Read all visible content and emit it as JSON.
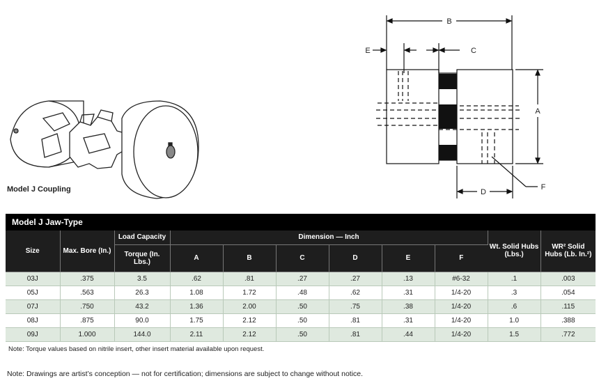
{
  "drawings": {
    "iso_caption": "Model J Coupling",
    "dimension_labels": [
      "B",
      "E",
      "C",
      "A",
      "D",
      "F"
    ]
  },
  "table": {
    "title": "Model J Jaw-Type",
    "headers": {
      "size": "Size",
      "max_bore": "Max. Bore (In.)",
      "load_capacity": "Load Capacity",
      "torque": "Torque (In. Lbs.)",
      "dimension": "Dimension — Inch",
      "dims": [
        "A",
        "B",
        "C",
        "D",
        "E",
        "F"
      ],
      "wt": "Wt. Solid Hubs (Lbs.)",
      "wr2": "WR² Solid Hubs (Lb. In.²)"
    },
    "rows": [
      [
        "03J",
        ".375",
        "3.5",
        ".62",
        ".81",
        ".27",
        ".27",
        ".13",
        "#6-32",
        ".1",
        ".003"
      ],
      [
        "05J",
        ".563",
        "26.3",
        "1.08",
        "1.72",
        ".48",
        ".62",
        ".31",
        "1/4-20",
        ".3",
        ".054"
      ],
      [
        "07J",
        ".750",
        "43.2",
        "1.36",
        "2.00",
        ".50",
        ".75",
        ".38",
        "1/4-20",
        ".6",
        ".115"
      ],
      [
        "08J",
        ".875",
        "90.0",
        "1.75",
        "2.12",
        ".50",
        ".81",
        ".31",
        "1/4-20",
        "1.0",
        ".388"
      ],
      [
        "09J",
        "1.000",
        "144.0",
        "2.11",
        "2.12",
        ".50",
        ".81",
        ".44",
        "1/4-20",
        "1.5",
        ".772"
      ]
    ]
  },
  "notes": {
    "torque_note": "Note: Torque values based on nitrile insert, other insert material available upon request.",
    "drawing_note": "Note: Drawings are artist’s conception — not for certification; dimensions are subject to change without notice."
  }
}
